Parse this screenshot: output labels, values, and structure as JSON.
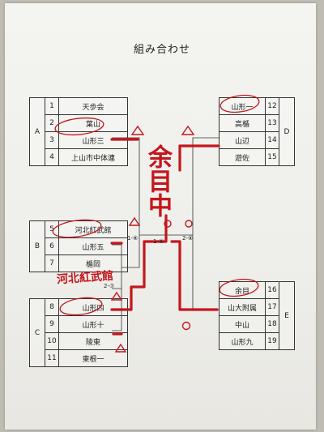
{
  "title": "組み合わせ",
  "groups": {
    "A": {
      "label": "A",
      "teams": [
        {
          "num": "1",
          "name": "天歩会"
        },
        {
          "num": "2",
          "name": "葉山"
        },
        {
          "num": "3",
          "name": "山形三"
        },
        {
          "num": "4",
          "name": "上山市中体連"
        }
      ]
    },
    "B": {
      "label": "B",
      "teams": [
        {
          "num": "5",
          "name": "河北紅武館"
        },
        {
          "num": "6",
          "name": "山形五"
        },
        {
          "num": "7",
          "name": "楯岡"
        }
      ]
    },
    "C": {
      "label": "C",
      "teams": [
        {
          "num": "8",
          "name": "山形四"
        },
        {
          "num": "9",
          "name": "山形十"
        },
        {
          "num": "10",
          "name": "陵東"
        },
        {
          "num": "11",
          "name": "東根一"
        }
      ]
    },
    "D": {
      "label": "D",
      "teams": [
        {
          "num": "12",
          "name": "山形一"
        },
        {
          "num": "13",
          "name": "高楯"
        },
        {
          "num": "14",
          "name": "山辺"
        },
        {
          "num": "15",
          "name": "遊佐"
        }
      ]
    },
    "E": {
      "label": "E",
      "teams": [
        {
          "num": "16",
          "name": "余目"
        },
        {
          "num": "17",
          "name": "山大附属"
        },
        {
          "num": "18",
          "name": "中山"
        },
        {
          "num": "19",
          "name": "山形九"
        }
      ]
    }
  },
  "bracket_labels": {
    "semi_left": "1-⑧",
    "center": "1-⑥",
    "semi_right": "2-⑧",
    "b_c": "2-⑦"
  },
  "handwriting": {
    "winner": "余目中",
    "note": "河北紅武館"
  },
  "colors": {
    "ink": "#c4161c",
    "line": "#333333"
  }
}
